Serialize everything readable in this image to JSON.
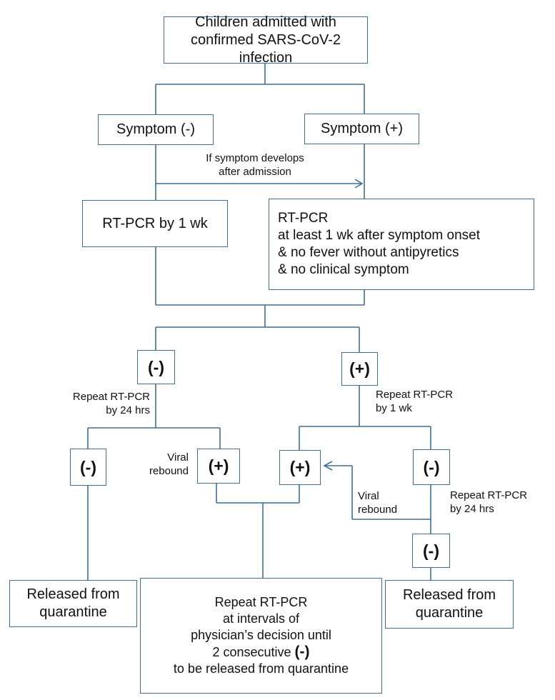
{
  "nodes": {
    "start": [
      "Children admitted with",
      "confirmed SARS-CoV-2 infection"
    ],
    "symptom_neg": "Symptom (-)",
    "symptom_pos": "Symptom (+)",
    "rtpcr_1wk": "RT-PCR by 1 wk",
    "rtpcr_symptomatic": [
      "RT-PCR",
      "at least 1 wk after symptom onset",
      "& no fever without antipyretics",
      "& no clinical symptom"
    ],
    "result_neg": "(-)",
    "result_pos": "(+)",
    "neg_branch_neg": "(-)",
    "neg_branch_pos": "(+)",
    "pos_branch_pos": "(+)",
    "pos_branch_neg": "(-)",
    "pos_branch_neg_repeat": "(-)",
    "released_left": [
      "Released from",
      "quarantine"
    ],
    "repeat_until_negative": [
      "Repeat RT-PCR",
      "at intervals of",
      "physician’s decision until",
      "2 consecutive",
      "to be released from quarantine"
    ],
    "consecutive_sign": "(-)",
    "released_right": [
      "Released from",
      "quarantine"
    ]
  },
  "labels": {
    "symptom_develops": [
      "If symptom develops",
      "after admission"
    ],
    "repeat_24_left": [
      "Repeat RT-PCR",
      "by 24 hrs"
    ],
    "repeat_1wk": [
      "Repeat RT-PCR",
      "by 1 wk"
    ],
    "viral_rebound_left": [
      "Viral",
      "rebound"
    ],
    "viral_rebound_right": [
      "Viral",
      "rebound"
    ],
    "repeat_24_right": [
      "Repeat RT-PCR",
      "by 24 hrs"
    ]
  },
  "colors": {
    "connector": "#3f6f93",
    "box_border": "#3f6f93",
    "text": "#111111",
    "background": "#ffffff"
  }
}
